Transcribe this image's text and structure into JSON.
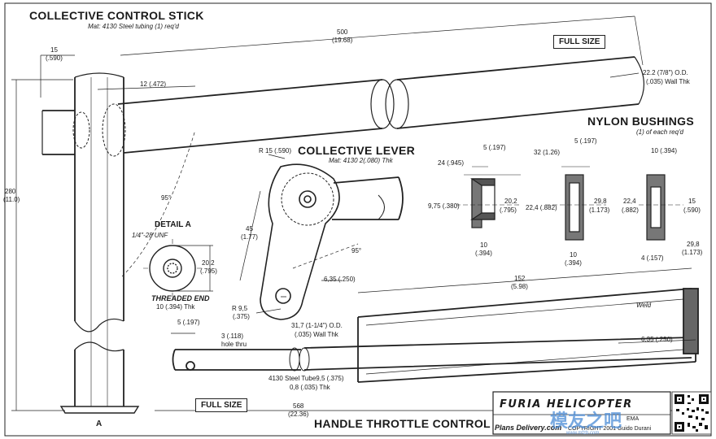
{
  "stick": {
    "title": "COLLECTIVE CONTROL STICK",
    "material": "Mat: 4130 Steel tubing (1) req'd",
    "dims": {
      "d500": "500",
      "d500in": "(19.68)",
      "d15": "15",
      "d15in": "(.590)",
      "d12": "12 (.472)",
      "d280": "280",
      "d280in": "(11.0)",
      "angle95": "95°",
      "od": "22.2 (7/8\") O.D.",
      "wall": "(.035) Wall Thk",
      "markA": "A"
    }
  },
  "lever": {
    "title": "COLLECTIVE LEVER",
    "material": "Mat: 4130  2(.080) Thk",
    "dims": {
      "r15": "R 15 (.590)",
      "d45": "45",
      "d45in": "(1.77)",
      "angle95": "95°",
      "d635": "6,35 (.250)",
      "r95": "R 9,5",
      "r95in": "(.375)"
    }
  },
  "detail": {
    "title": "DETAIL A",
    "thread": "1/4\"-28 UNF",
    "d202": "20,2",
    "d202in": "(.795)",
    "end_label": "THREADED END",
    "end_thk": "10 (.394) Thk"
  },
  "bushings": {
    "title": "NYLON BUSHINGS",
    "subtitle": "(1) of each req'd",
    "b1": {
      "d24": "24 (.945)",
      "d5": "5 (.197)",
      "d975": "9,75 (.380)",
      "d202": "20,2",
      "d202in": "(.795)",
      "d10": "10",
      "d10in": "(.394)"
    },
    "b2": {
      "d32": "32 (1.26)",
      "d5": "5 (.197)",
      "d224": "22,4 (.882)",
      "d298": "29,8",
      "d298in": "(1.173)",
      "d10": "10",
      "d10in": "(.394)"
    },
    "b3": {
      "d10": "10 (.394)",
      "d224": "22,4",
      "d224in": "(.882)",
      "d15": "15",
      "d15in": "(.590)",
      "d4": "4 (.157)",
      "d298": "29,8",
      "d298in": "(1.173)"
    }
  },
  "throttle": {
    "title": "HANDLE THROTTLE CONTROL",
    "d5": "5 (.197)",
    "d3": "3 (.118)",
    "hole": "hole thru",
    "od": "31,7 (1-1/4\") O.D.",
    "wall": "(.035) Wall Thk",
    "d152": "152",
    "d152in": "(5.98)",
    "weld": "Weld",
    "d635": "6,35 (.250)",
    "tube": "4130 Steel Tube9,5 (.375)",
    "tube2": "0,8 (.035) Thk",
    "d568": "568",
    "d568in": "(22.36)"
  },
  "full_size_1": "FULL SIZE",
  "full_size_2": "FULL SIZE",
  "title_block": {
    "brand": "FURIA HELICOPTER",
    "plans": "Plans Delivery.com",
    "copyright": "COPYRIGHT 2001 Guido Durani",
    "ema": "EMA"
  },
  "watermark": "模友之吧",
  "watermark_site": "www.mfzb.com"
}
